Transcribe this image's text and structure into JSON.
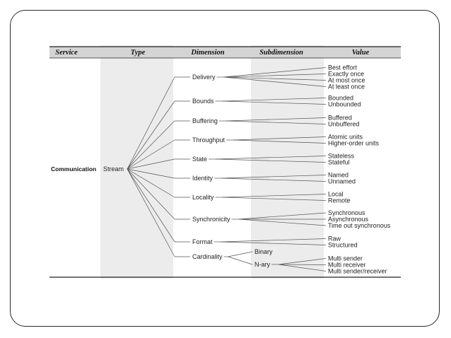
{
  "headers": [
    "Service",
    "Type",
    "Dimension",
    "Subdimension",
    "Value"
  ],
  "service": "Communication",
  "type": "Stream",
  "dimensions": [
    {
      "label": "Delivery",
      "values": [
        "Best effort",
        "Exactly once",
        "At most once",
        "At least once"
      ]
    },
    {
      "label": "Bounds",
      "values": [
        "Bounded",
        "Unbounded"
      ]
    },
    {
      "label": "Buffering",
      "values": [
        "Buffered",
        "Unbuffered"
      ]
    },
    {
      "label": "Throughput",
      "values": [
        "Atomic units",
        "Higher-order units"
      ]
    },
    {
      "label": "State",
      "values": [
        "Stateless",
        "Stateful"
      ]
    },
    {
      "label": "Identity",
      "values": [
        "Named",
        "Unnamed"
      ]
    },
    {
      "label": "Locality",
      "values": [
        "Local",
        "Remote"
      ]
    },
    {
      "label": "Synchronicity",
      "values": [
        "Synchronous",
        "Asynchronous",
        "Time out synchronous"
      ]
    },
    {
      "label": "Format",
      "values": [
        "Raw",
        "Structured"
      ]
    },
    {
      "label": "Cardinality",
      "subdimensions": [
        {
          "label": "Binary",
          "values": []
        },
        {
          "label": "N-ary",
          "values": [
            "Multi sender",
            "Multi receiver",
            "Multi sender/receiver"
          ]
        }
      ]
    }
  ],
  "colors": {
    "shade": "#ececec",
    "header_bg": "#d4d4d4",
    "line": "#555555",
    "frame": "#2a2a2a"
  }
}
